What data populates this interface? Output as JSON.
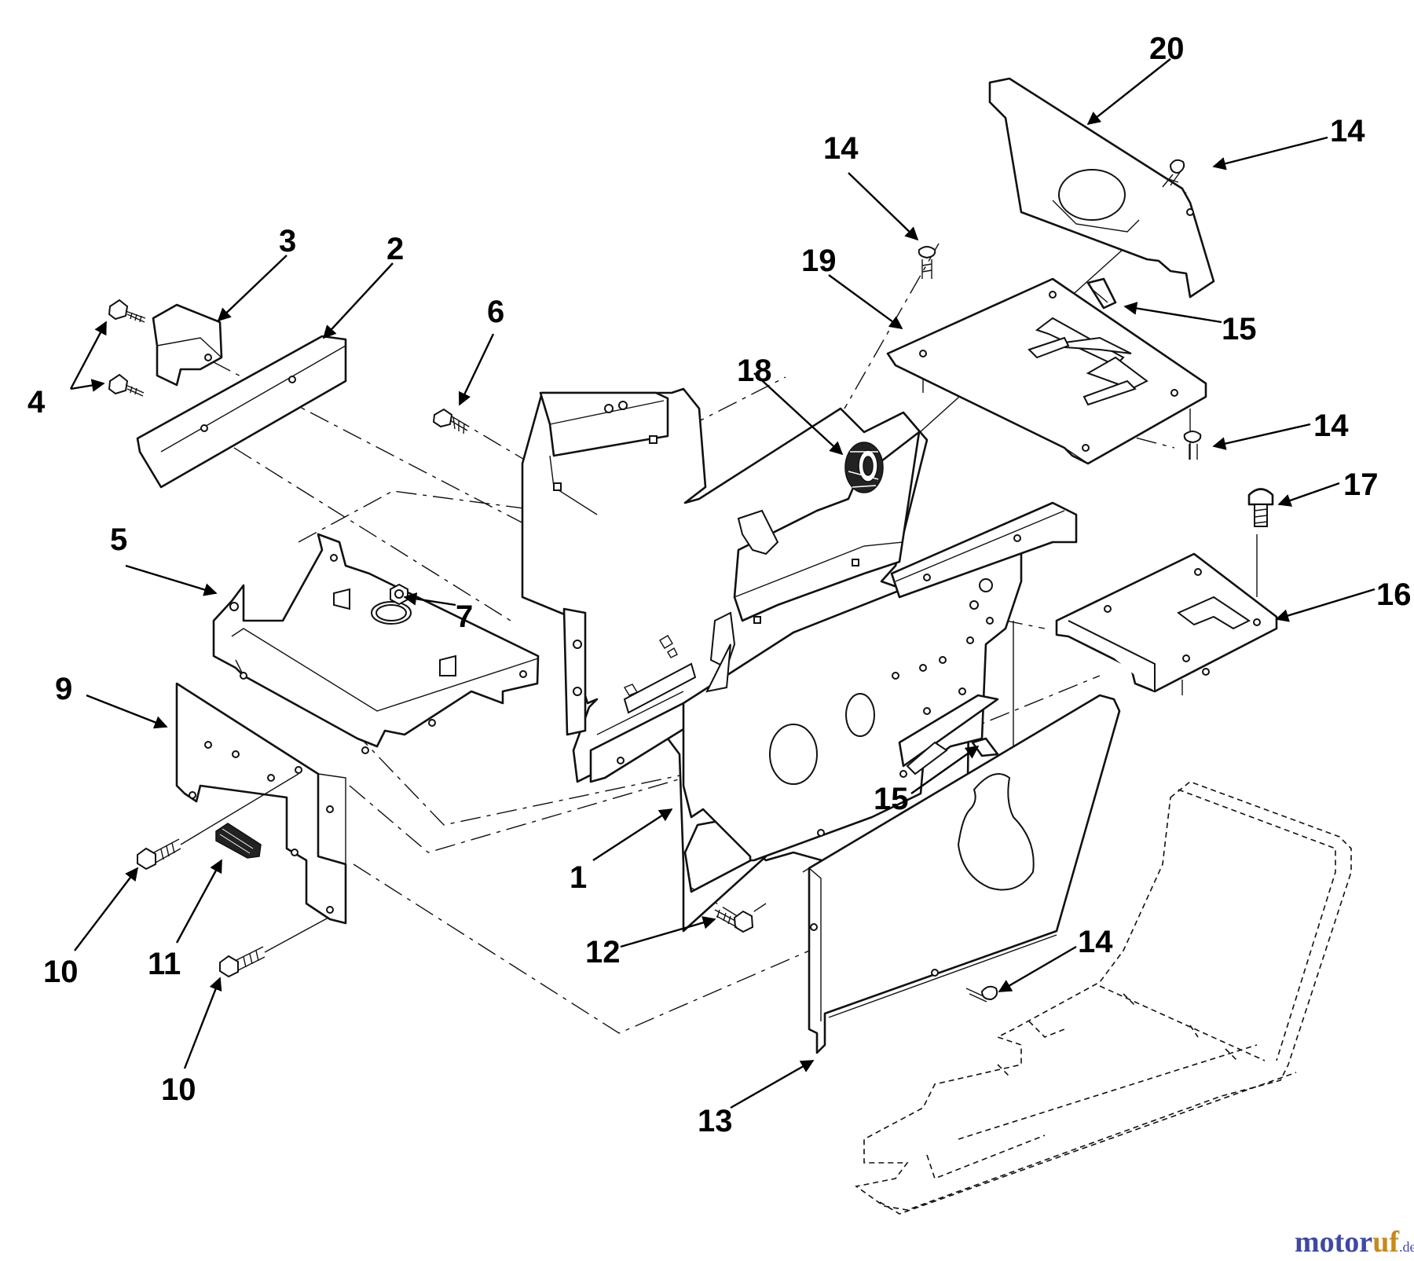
{
  "callouts": [
    {
      "id": "1",
      "label": "1"
    },
    {
      "id": "2",
      "label": "2"
    },
    {
      "id": "3",
      "label": "3"
    },
    {
      "id": "4",
      "label": "4"
    },
    {
      "id": "5",
      "label": "5"
    },
    {
      "id": "6",
      "label": "6"
    },
    {
      "id": "7",
      "label": "7"
    },
    {
      "id": "9",
      "label": "9"
    },
    {
      "id": "10a",
      "label": "10"
    },
    {
      "id": "10b",
      "label": "10"
    },
    {
      "id": "11",
      "label": "11"
    },
    {
      "id": "12",
      "label": "12"
    },
    {
      "id": "13",
      "label": "13"
    },
    {
      "id": "14a",
      "label": "14"
    },
    {
      "id": "14b",
      "label": "14"
    },
    {
      "id": "14c",
      "label": "14"
    },
    {
      "id": "14d",
      "label": "14"
    },
    {
      "id": "15a",
      "label": "15"
    },
    {
      "id": "15b",
      "label": "15"
    },
    {
      "id": "16",
      "label": "16"
    },
    {
      "id": "17",
      "label": "17"
    },
    {
      "id": "18",
      "label": "18"
    },
    {
      "id": "19",
      "label": "19"
    },
    {
      "id": "20",
      "label": "20"
    }
  ],
  "watermark": {
    "part_a": "motor",
    "part_b": "uf",
    "suffix": ".de"
  }
}
